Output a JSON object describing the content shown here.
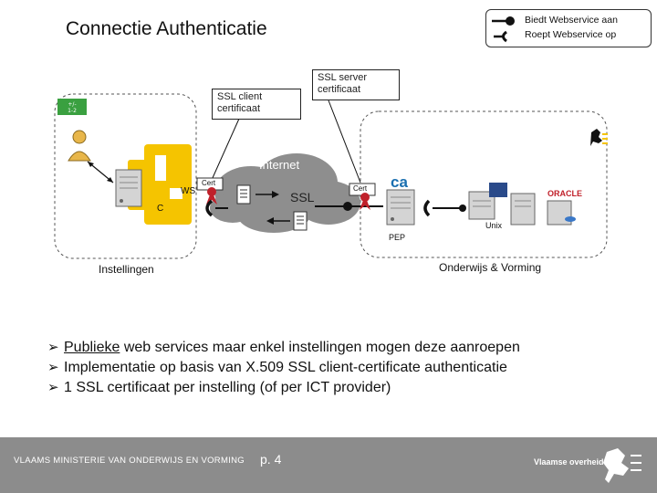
{
  "slide": {
    "title": "Connectie Authenticatie",
    "legend": [
      {
        "label": "Biedt Webservice aan"
      },
      {
        "label": "Roept Webservice op"
      }
    ],
    "callouts": {
      "ssl_client": "SSL client certificaat",
      "ssl_server": "SSL server certificaat"
    },
    "diagram": {
      "internet_label": "Internet",
      "ssl_label": "SSL",
      "ws_label": "WS",
      "c_label": "C",
      "cert_left": "Cert",
      "cert_right": "Cert",
      "unix_label": "Unix",
      "pep_label": "PEP",
      "ca_label": "ca",
      "oracle_label": "ORACLE",
      "left_zone_label": "Instellingen",
      "right_zone_label": "Onderwijs & Vorming"
    },
    "bullets": [
      {
        "underlined": "Publieke",
        "rest": " web services maar enkel instellingen mogen deze aanroepen"
      },
      {
        "underlined": "",
        "rest": "Implementatie op basis van X.509 SSL client-certificate authenticatie"
      },
      {
        "underlined": "",
        "rest": "1 SSL certificaat per instelling (of per ICT provider)"
      }
    ],
    "footer": {
      "ministry": "VLAAMS MINISTERIE VAN ONDERWIJS EN VORMING",
      "page": "p. 4",
      "brand": "Vlaamse overheid"
    },
    "colors": {
      "footer_bg": "#8c8c8c",
      "instelling_yellow": "#f5c400",
      "cloud": "#8e8e8e",
      "cert_red": "#c0202a",
      "green_badge": "#3aa040"
    }
  }
}
